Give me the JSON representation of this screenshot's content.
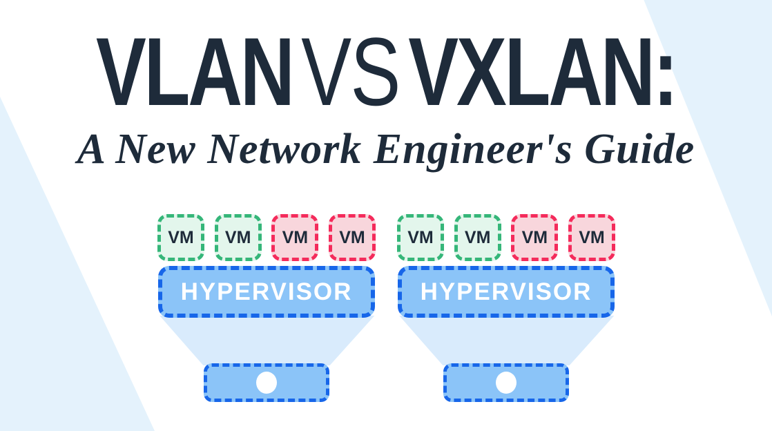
{
  "title": {
    "left": "VLAN",
    "separator": "VS",
    "right": "VXLAN:"
  },
  "subtitle": "A New Network Engineer's Guide",
  "colors": {
    "navy": "#1e2b3a",
    "band_blue": "#e4f2fc",
    "funnel_blue": "#d9ebfc",
    "fill_blue": "#8bc4f8",
    "border_blue": "#1766e9",
    "green_border": "#35b679",
    "green_fill": "#e3f6ec",
    "red_border": "#f42b5b",
    "red_fill": "#f8d6dc"
  },
  "diagrams": [
    {
      "name": "left-host",
      "vms": [
        {
          "label": "VM",
          "type": "green"
        },
        {
          "label": "VM",
          "type": "green"
        },
        {
          "label": "VM",
          "type": "red"
        },
        {
          "label": "VM",
          "type": "red"
        }
      ],
      "hypervisor": "HYPERVISOR"
    },
    {
      "name": "right-host",
      "vms": [
        {
          "label": "VM",
          "type": "green"
        },
        {
          "label": "VM",
          "type": "green"
        },
        {
          "label": "VM",
          "type": "red"
        },
        {
          "label": "VM",
          "type": "red"
        }
      ],
      "hypervisor": "HYPERVISOR"
    }
  ]
}
